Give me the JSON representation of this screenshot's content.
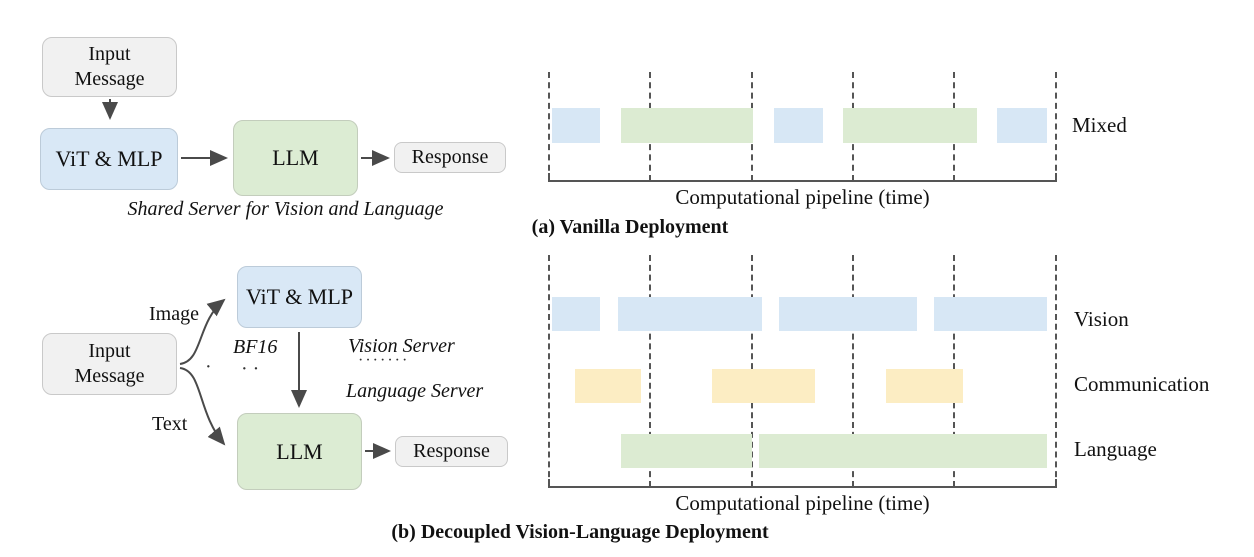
{
  "colors": {
    "vision_block": "#d7e7f5",
    "language_block": "#dcebd2",
    "communication_block": "#fcedc3",
    "box_blue": "#d9e8f6",
    "box_green": "#dcecd3",
    "box_gray": "#f1f1f1",
    "line_gray": "#555555"
  },
  "panel_a": {
    "boxes": {
      "input": "Input Message",
      "vit": "ViT & MLP",
      "llm": "LLM",
      "response": "Response"
    },
    "note": "Shared Server for Vision  and Language",
    "caption": "(a) Vanilla Deployment",
    "timeline": {
      "axis_label": "Computational pipeline (time)",
      "row_label": "Mixed",
      "blocks": [
        {
          "kind": "vision",
          "style": "left:552px;top:108px;width:48px;height:35px;background:#d7e7f5"
        },
        {
          "kind": "language",
          "style": "left:621px;top:108px;width:132px;height:35px;background:#dcebd2"
        },
        {
          "kind": "vision",
          "style": "left:774px;top:108px;width:49px;height:35px;background:#d7e7f5"
        },
        {
          "kind": "language",
          "style": "left:843px;top:108px;width:134px;height:35px;background:#dcebd2"
        },
        {
          "kind": "vision",
          "style": "left:997px;top:108px;width:50px;height:35px;background:#d7e7f5"
        }
      ]
    }
  },
  "panel_b": {
    "boxes": {
      "input": "Input Message",
      "vit": "ViT & MLP",
      "llm": "LLM",
      "response": "Response"
    },
    "edge_labels": {
      "image": "Image",
      "text": "Text",
      "bf16": "BF16"
    },
    "server_labels": {
      "vision": "Vision Server",
      "language": "Language Server"
    },
    "dots": {
      "left_single": "·",
      "left_pair": "· ·",
      "divider": "·······"
    },
    "caption": "(b) Decoupled Vision-Language Deployment",
    "timeline": {
      "axis_label": "Computational pipeline (time)",
      "row_labels": {
        "vision": "Vision",
        "communication": "Communication",
        "language": "Language"
      },
      "vision_blocks": [
        {
          "style": "left:552px;top:297px;width:48px;height:34px;background:#d7e7f5"
        },
        {
          "style": "left:618px;top:297px;width:144px;height:34px;background:#d7e7f5"
        },
        {
          "style": "left:779px;top:297px;width:138px;height:34px;background:#d7e7f5"
        },
        {
          "style": "left:934px;top:297px;width:113px;height:34px;background:#d7e7f5"
        }
      ],
      "communication_blocks": [
        {
          "style": "left:575px;top:369px;width:66px;height:34px;background:#fcedc3"
        },
        {
          "style": "left:712px;top:369px;width:103px;height:34px;background:#fcedc3"
        },
        {
          "style": "left:886px;top:369px;width:77px;height:34px;background:#fcedc3"
        }
      ],
      "language_blocks": [
        {
          "style": "left:621px;top:434px;width:131px;height:34px;background:#dcebd2"
        },
        {
          "style": "left:759px;top:434px;width:288px;height:34px;background:#dcebd2"
        }
      ]
    }
  }
}
